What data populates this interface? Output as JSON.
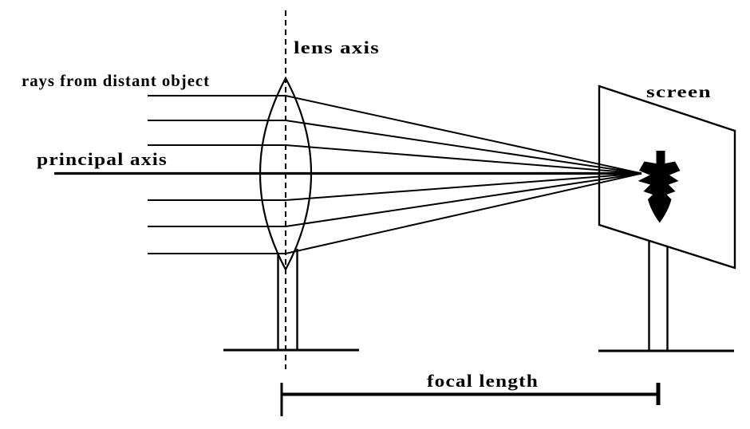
{
  "colors": {
    "ink": "#000000",
    "background": "#ffffff"
  },
  "labels": {
    "lens_axis": "lens axis",
    "rays_from_distant_object": "rays from distant object",
    "principal_axis": "principal axis",
    "screen": "screen",
    "focal_length": "focal length"
  },
  "diagram": {
    "parallel_ray_count": 7,
    "lens_type": "convex-lens",
    "image_on_screen": "inverted-tree"
  }
}
